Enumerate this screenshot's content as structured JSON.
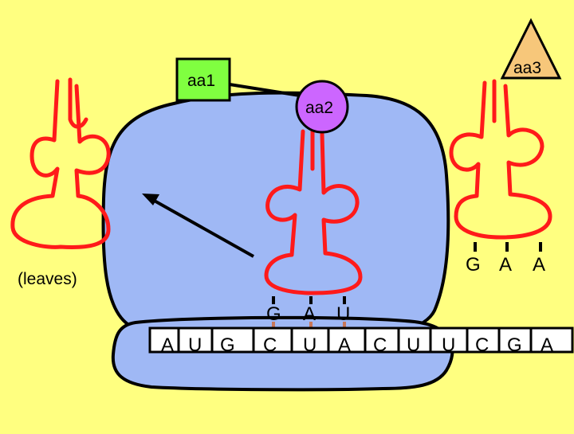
{
  "colors": {
    "background": "#ffff80",
    "ribosome": "#9fb8f5",
    "trna": "#ff1a1a",
    "aa1": "#80ff40",
    "aa2": "#cc66ff",
    "aa3": "#f7c77a",
    "pairing_line": "#c8785a"
  },
  "amino_acids": {
    "aa1": "aa1",
    "aa2": "aa2",
    "aa3": "aa3"
  },
  "leaving_label": "(leaves)",
  "anticodons": {
    "center": [
      "G",
      "A",
      "U"
    ],
    "right": [
      "G",
      "A",
      "A"
    ]
  },
  "mrna_codons": [
    "A",
    "U",
    "G",
    "C",
    "U",
    "A",
    "C",
    "U",
    "U",
    "C",
    "G",
    "A"
  ]
}
